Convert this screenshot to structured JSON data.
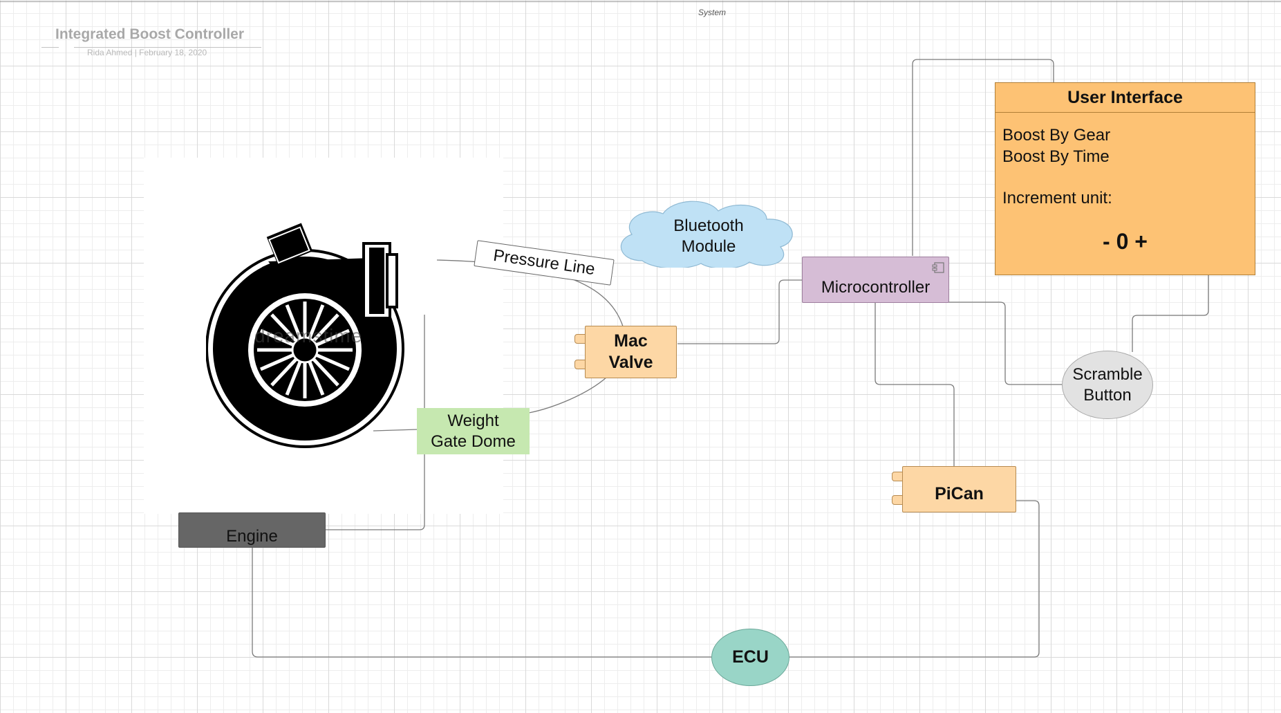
{
  "header": {
    "system_label": "System",
    "title": "Integrated Boost Controller",
    "subtitle": "Rida Ahmed  |  February 18, 2020"
  },
  "image": {
    "watermark": "dreamstime"
  },
  "nodes": {
    "pressure_line": "Pressure Line",
    "bluetooth": {
      "line1": "Bluetooth",
      "line2": "Module"
    },
    "microcontroller": "Microcontroller",
    "mac_valve": {
      "line1": "Mac",
      "line2": "Valve"
    },
    "weight_gate": {
      "line1": "Weight",
      "line2": "Gate Dome"
    },
    "engine": "Engine",
    "scramble": {
      "line1": "Scramble",
      "line2": "Button"
    },
    "pican": "PiCan",
    "ecu": "ECU"
  },
  "user_interface": {
    "title": "User Interface",
    "items": [
      "Boost By Gear",
      "Boost By Time",
      "Increment unit:"
    ],
    "stepper": "- 0 +"
  },
  "colors": {
    "component_orange": "#fdd7a5",
    "ui_orange": "#fdc274",
    "bluetooth_blue": "#bfe1f5",
    "micro_purple": "#d6bdd6",
    "weightgate_green": "#c6e8b0",
    "engine_gray": "#666666",
    "scramble_gray": "#e2e2e2",
    "ecu_teal": "#99d5c7",
    "connector": "#7a7a7a"
  }
}
